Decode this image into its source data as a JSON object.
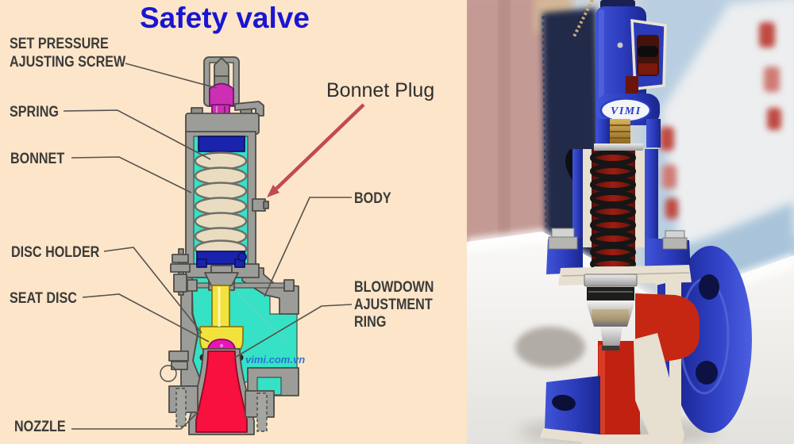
{
  "title": {
    "text": "Safety valve"
  },
  "diagram": {
    "labels": {
      "set_pressure_line1": "SET PRESSURE",
      "set_pressure_line2": "AJUSTING SCREW",
      "spring": "SPRING",
      "bonnet": "BONNET",
      "disc_holder": "DISC HOLDER",
      "seat_disc": "SEAT DISC",
      "nozzle": "NOZZLE",
      "bonnet_plug": "Bonnet Plug",
      "body": "BODY",
      "blowdown_line1": "BLOWDOWN",
      "blowdown_line2": "AJUSTMENT",
      "blowdown_line3": "RING"
    },
    "watermark": "vimi.com.vn"
  },
  "photo": {
    "logo": "VIMI"
  },
  "theme": {
    "bg": "#fce5c9",
    "title-blue": "#1a16d0",
    "label-ink": "#3b3b39",
    "line-ink": "#55524e",
    "metal": "#9c9c98",
    "outline": "#4c4c48",
    "teal": "#35e2c6",
    "cream": "#e9dcc0",
    "plate-blue": "#1a23ad",
    "magenta": "#cc2fb4",
    "seat-magenta": "#ec13b8",
    "stem-yellow": "#f2e23c",
    "nozzle-red": "#f8103f",
    "arrow-red": "#c04b52",
    "wm-blue": "#2a6ad4",
    "photo-blue": "#2b3bbb",
    "photo-cream": "#e7dfd0",
    "photo-red": "#c62712",
    "mauve": "#c49a94",
    "table": "#f2f0ee"
  }
}
